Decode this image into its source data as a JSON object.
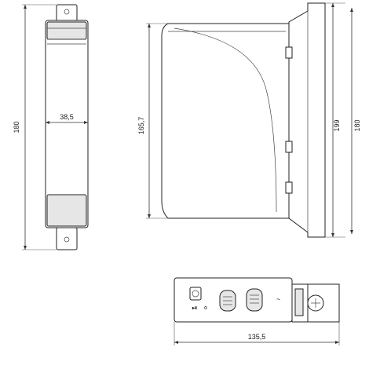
{
  "dimensions": {
    "front_height": "180",
    "front_width": "38,5",
    "side_depth": "165,7",
    "side_height_inner": "199",
    "side_height_outer": "180",
    "bottom_length": "135,5"
  }
}
